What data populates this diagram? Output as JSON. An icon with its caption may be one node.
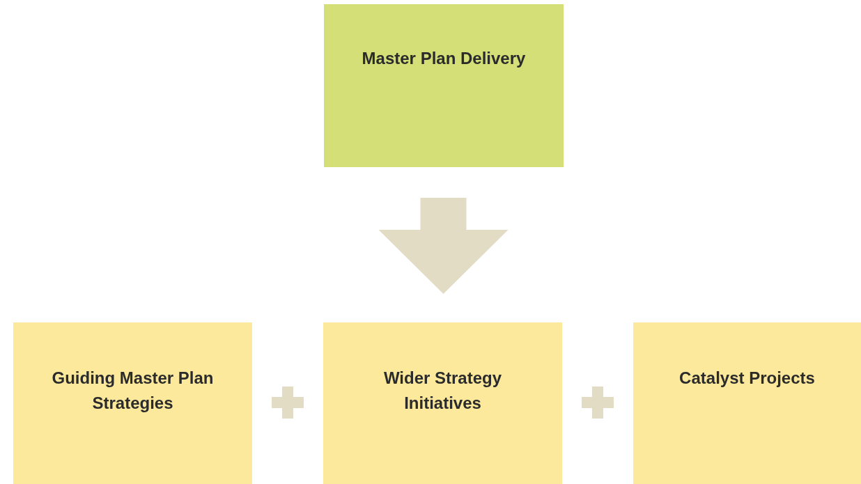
{
  "diagram": {
    "nodes": [
      {
        "text": [
          "Master Plan Delivery"
        ]
      },
      {
        "text": [
          "Guiding Master Plan Strategies"
        ]
      },
      {
        "text": [
          "Wider Strategy Initiatives"
        ]
      },
      {
        "text": [
          "Catalyst Projects"
        ]
      }
    ],
    "edges": [
      {
        "from": 0,
        "to": 2,
        "arrow": "to",
        "style": "thick"
      }
    ]
  }
}
